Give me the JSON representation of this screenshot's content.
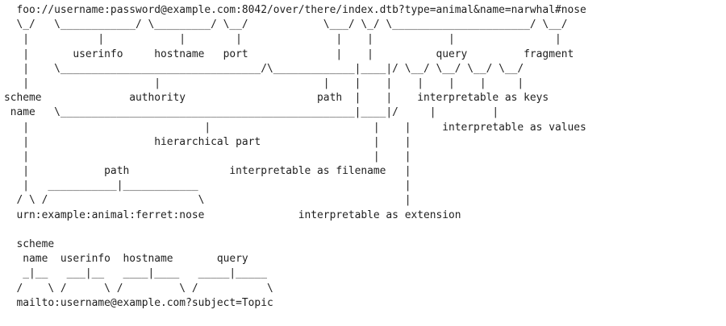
{
  "diagram": {
    "lines": [
      "  foo://username:password@example.com:8042/over/there/index.dtb?type=animal&name=narwhal#nose",
      "  \\_/   \\____________/ \\_________/ \\__/            \\___/ \\_/ \\______________________/ \\__/",
      "   |           |            |        |               |    |            |                |",
      "   |       userinfo     hostname   port              |    |          query         fragment",
      "   |    \\________________________________/\\_____________|____|/ \\__/ \\__/ \\__/ \\__/",
      "   |                    |                          |    |    |    |    |    |     |",
      "scheme              authority                     path  |    |    interpretable as keys",
      " name   \\_______________________________________________|____|/     |         |",
      "   |                            |                          |    |     interpretable as values",
      "   |                    hierarchical part                  |    |",
      "   |                                                       |    |",
      "   |            path                interpretable as filename   |",
      "   |   ___________|____________                                 |",
      "  / \\ /                        \\                                |",
      "  urn:example:animal:ferret:nose               interpretable as extension",
      "",
      "  scheme",
      "   name  userinfo  hostname       query",
      "   _|__   ___|__   ____|____   _____|_____",
      "  /    \\ /      \\ /         \\ /           \\",
      "  mailto:username@example.com?subject=Topic"
    ]
  }
}
